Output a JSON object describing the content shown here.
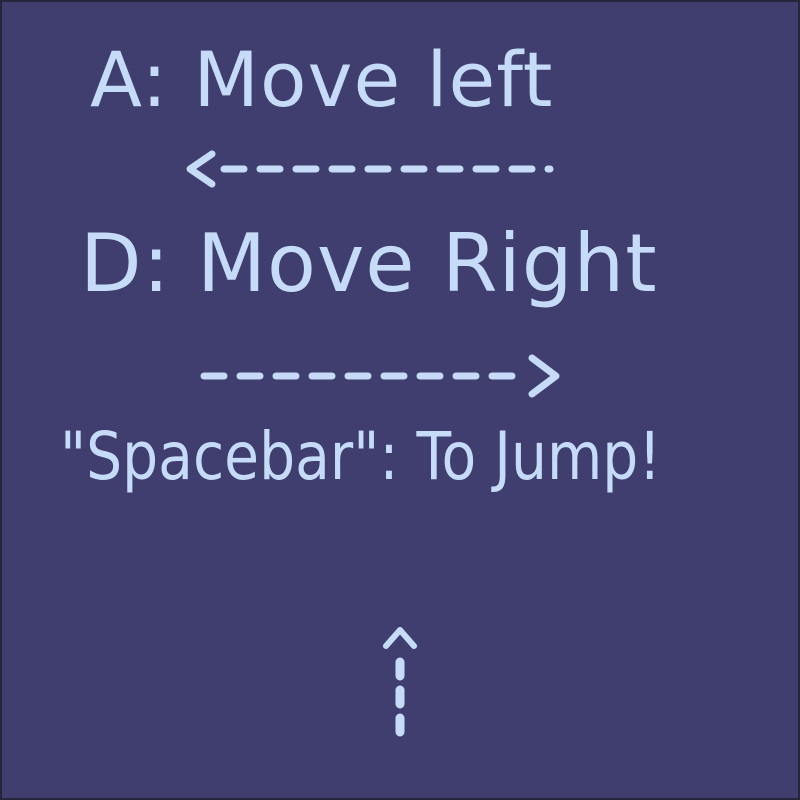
{
  "controls": {
    "move_left": "A: Move left",
    "left_arrow": "<---------",
    "move_right": "D: Move Right",
    "right_arrow": "--------->",
    "jump": "\"Spacebar\": To Jump!"
  },
  "icons": {
    "left": "dashed-arrow-left-icon",
    "right": "dashed-arrow-right-icon",
    "up": "dashed-arrow-up-icon"
  },
  "colors": {
    "background": "#3f3e6f",
    "text": "#c6dbf8",
    "border": "#26263a"
  }
}
